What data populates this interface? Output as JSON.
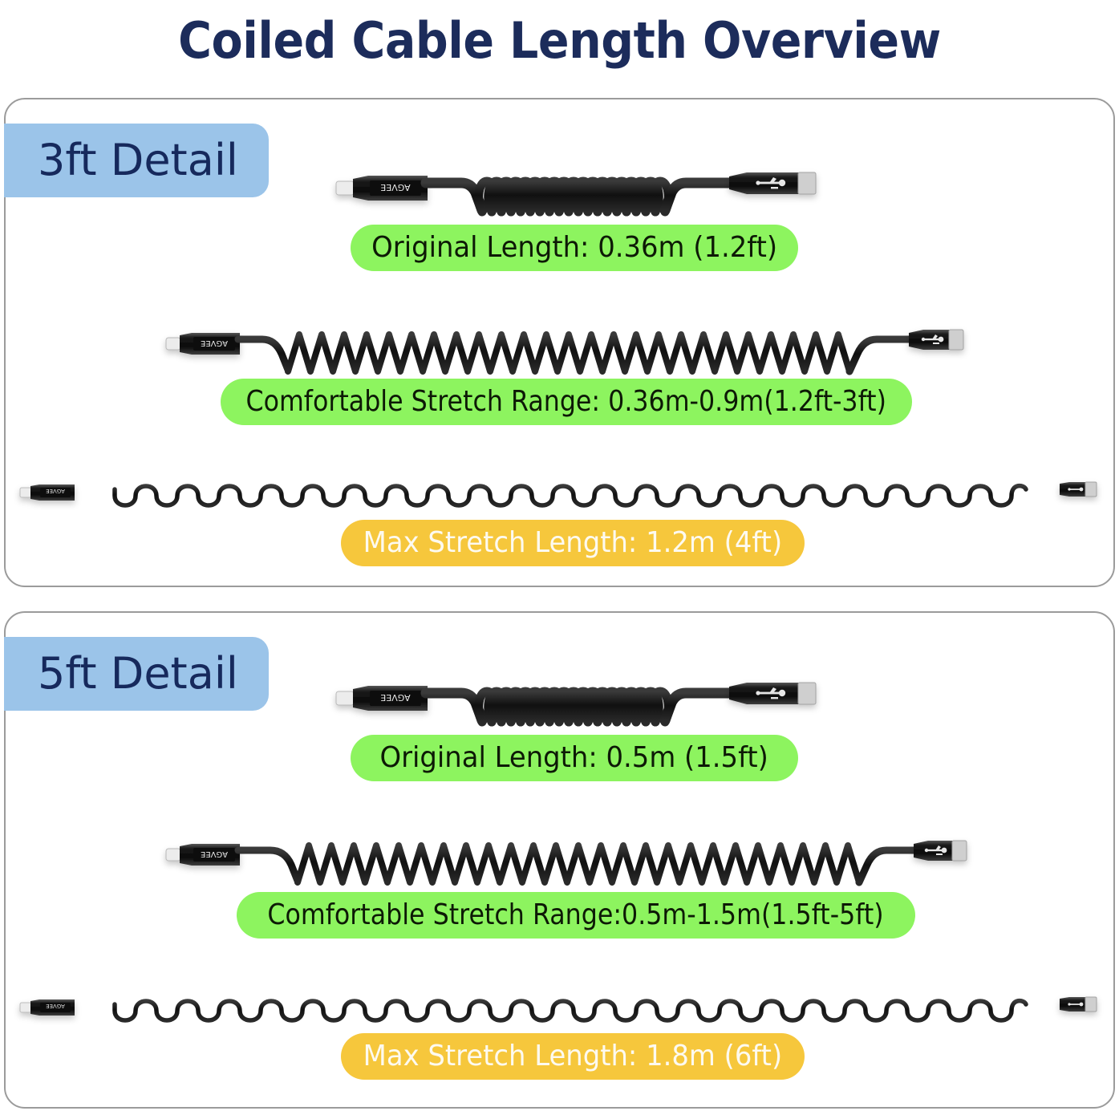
{
  "header": {
    "title": "Coiled Cable Length Overview",
    "title_color": "#1c2c5b"
  },
  "theme": {
    "badge_bg": "#9bc4e9",
    "badge_text": "#16295c",
    "pill_green_bg": "#8df45f",
    "pill_green_text": "#0d1a06",
    "pill_yellow_bg": "#f6c73c",
    "pill_yellow_text": "#fdfaf0",
    "panel_border": "#9b9b9b",
    "cable_color": "#141414",
    "page_bg": "#ffffff"
  },
  "sections": [
    {
      "id": "3ft",
      "badge_label": "3ft Detail",
      "rows": [
        {
          "id": "3ft-original",
          "cable_state": "coiled",
          "left_connector": "lightning-connector",
          "right_connector": "usb-a-connector",
          "connector_brand": "AGVEE",
          "pill_label": "Original Length: 0.36m (1.2ft)",
          "pill_style": "green"
        },
        {
          "id": "3ft-comfortable",
          "cable_state": "partially-stretched",
          "left_connector": "lightning-connector",
          "right_connector": "usb-a-connector",
          "connector_brand": "AGVEE",
          "pill_label": "Comfortable Stretch Range: 0.36m-0.9m(1.2ft-3ft)",
          "pill_style": "green"
        },
        {
          "id": "3ft-max",
          "cable_state": "max-stretched",
          "left_connector": "lightning-connector",
          "right_connector": "usb-a-connector",
          "connector_brand": "AGVEE",
          "pill_label": "Max Stretch Length: 1.2m (4ft)",
          "pill_style": "yellow"
        }
      ]
    },
    {
      "id": "5ft",
      "badge_label": "5ft Detail",
      "rows": [
        {
          "id": "5ft-original",
          "cable_state": "coiled",
          "left_connector": "lightning-connector",
          "right_connector": "usb-a-connector",
          "connector_brand": "AGVEE",
          "pill_label": "Original Length: 0.5m (1.5ft)",
          "pill_style": "green"
        },
        {
          "id": "5ft-comfortable",
          "cable_state": "partially-stretched",
          "left_connector": "lightning-connector",
          "right_connector": "usb-a-connector",
          "connector_brand": "AGVEE",
          "pill_label": "Comfortable Stretch Range:0.5m-1.5m(1.5ft-5ft)",
          "pill_style": "green"
        },
        {
          "id": "5ft-max",
          "cable_state": "max-stretched",
          "left_connector": "lightning-connector",
          "right_connector": "usb-a-connector",
          "connector_brand": "AGVEE",
          "pill_label": "Max Stretch Length: 1.8m (6ft)",
          "pill_style": "yellow"
        }
      ]
    }
  ]
}
